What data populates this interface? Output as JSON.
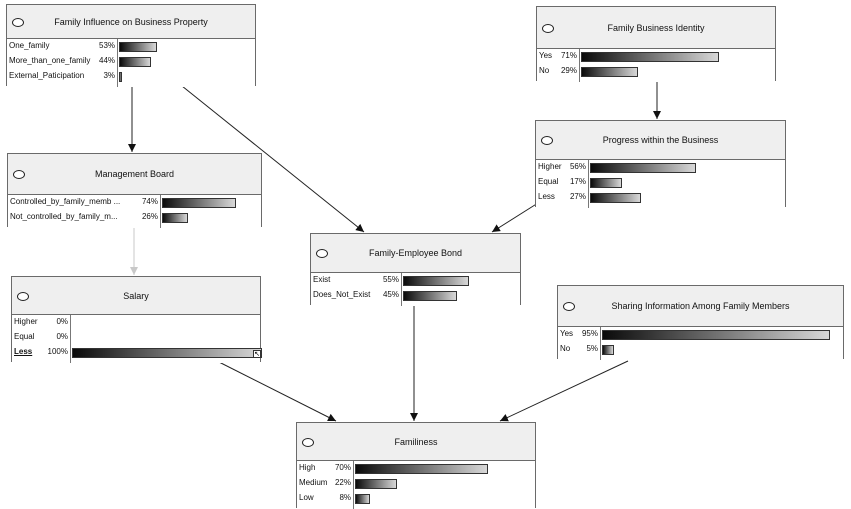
{
  "nodes": {
    "family_influence": {
      "title": "Family Influence on Business Property",
      "states": [
        {
          "label": "One_family",
          "pct_text": "53%",
          "value": 0.53
        },
        {
          "label": "More_than_one_family",
          "pct_text": "44%",
          "value": 0.44
        },
        {
          "label": "External_Paticipation",
          "pct_text": "3%",
          "value": 0.03
        }
      ]
    },
    "family_identity": {
      "title": "Family Business Identity",
      "states": [
        {
          "label": "Yes",
          "pct_text": "71%",
          "value": 0.71
        },
        {
          "label": "No",
          "pct_text": "29%",
          "value": 0.29
        }
      ]
    },
    "progress": {
      "title": "Progress within the Business",
      "states": [
        {
          "label": "Higher",
          "pct_text": "56%",
          "value": 0.56
        },
        {
          "label": "Equal",
          "pct_text": "17%",
          "value": 0.17
        },
        {
          "label": "Less",
          "pct_text": "27%",
          "value": 0.27
        }
      ]
    },
    "management": {
      "title": "Management Board",
      "states": [
        {
          "label": "Controlled_by_family_memb ...",
          "pct_text": "74%",
          "value": 0.74
        },
        {
          "label": "Not_controlled_by_family_m...",
          "pct_text": "26%",
          "value": 0.26
        }
      ]
    },
    "bond": {
      "title": "Family-Employee Bond",
      "states": [
        {
          "label": "Exist",
          "pct_text": "55%",
          "value": 0.55
        },
        {
          "label": "Does_Not_Exist",
          "pct_text": "45%",
          "value": 0.45
        }
      ]
    },
    "salary": {
      "title": "Salary",
      "states": [
        {
          "label": "Higher",
          "pct_text": "0%",
          "value": 0.0
        },
        {
          "label": "Equal",
          "pct_text": "0%",
          "value": 0.0
        },
        {
          "label": "Less",
          "pct_text": "100%",
          "value": 1.0
        }
      ]
    },
    "sharing": {
      "title": "Sharing Information Among Family Members",
      "states": [
        {
          "label": "Yes",
          "pct_text": "95%",
          "value": 0.95
        },
        {
          "label": "No",
          "pct_text": "5%",
          "value": 0.05
        }
      ]
    },
    "familiness": {
      "title": "Familiness",
      "states": [
        {
          "label": "High",
          "pct_text": "70%",
          "value": 0.7
        },
        {
          "label": "Medium",
          "pct_text": "22%",
          "value": 0.22
        },
        {
          "label": "Low",
          "pct_text": "8%",
          "value": 0.08
        }
      ]
    }
  },
  "edges": [
    {
      "from": "family_influence",
      "to": "management",
      "style": "solid"
    },
    {
      "from": "family_influence",
      "to": "bond",
      "style": "solid"
    },
    {
      "from": "family_identity",
      "to": "progress",
      "style": "solid"
    },
    {
      "from": "progress",
      "to": "bond",
      "style": "solid"
    },
    {
      "from": "management",
      "to": "salary",
      "style": "light"
    },
    {
      "from": "salary",
      "to": "familiness",
      "style": "solid"
    },
    {
      "from": "bond",
      "to": "familiness",
      "style": "solid"
    },
    {
      "from": "sharing",
      "to": "familiness",
      "style": "solid"
    }
  ]
}
